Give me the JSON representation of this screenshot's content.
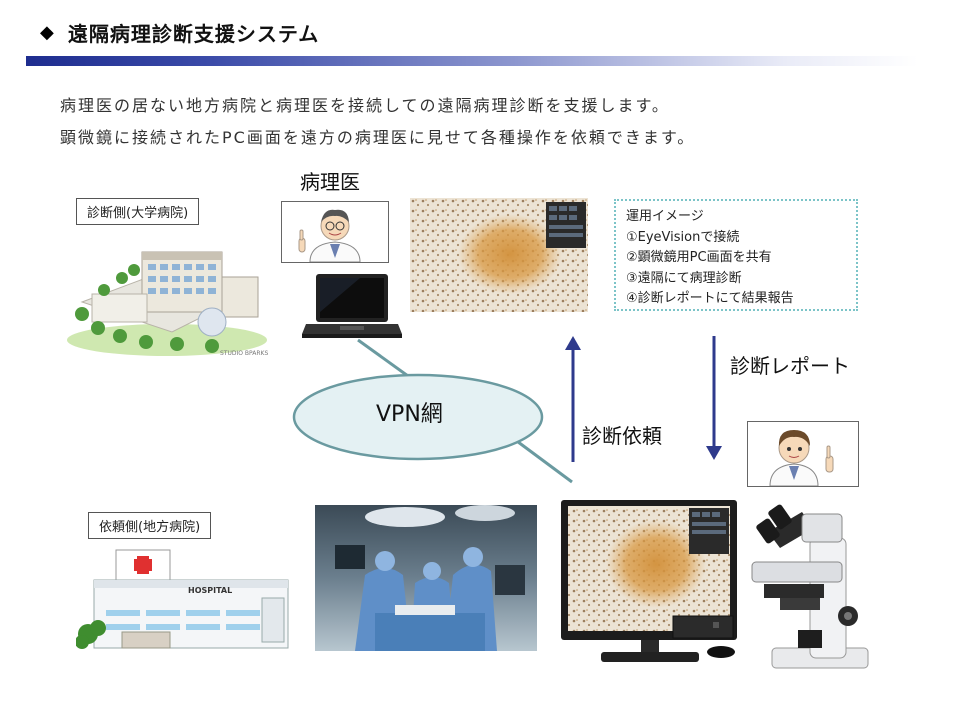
{
  "header": {
    "title": "遠隔病理診断支援システム",
    "bullet_icon": "diamond-icon"
  },
  "intro": {
    "line1": "病理医の居ない地方病院と病理医を接続しての遠隔病理診断を支援します。",
    "line2": "顕微鏡に接続されたPC画面を遠方の病理医に見せて各種操作を依頼できます。"
  },
  "labels": {
    "university_side": "診断側(大学病院)",
    "pathologist": "病理医",
    "local_side": "依頼側(地方病院)",
    "network": "VPN網",
    "diagnosis_request": "診断依頼",
    "diagnosis_report": "診断レポート",
    "hospital_sign": "HOSPITAL",
    "building_caption": "STUDIO BPARKS"
  },
  "operation_notes": {
    "title": "運用イメージ",
    "items": [
      "①EyeVisionで接続",
      "②顕微鏡用PC画面を共有",
      "③遠隔にて病理診断",
      "④診断レポートにて結果報告"
    ]
  },
  "colors": {
    "title_bar_dark": "#1e2d8f",
    "arrow": "#2e3a8c",
    "ellipse_fill": "#e4f1f3",
    "ellipse_stroke": "#6a9aa0",
    "dotted_border": "#7cc4c8",
    "tissue_stain": "#d2903a"
  },
  "icons": {
    "building": "university-hospital-icon",
    "doctor": "doctor-icon",
    "laptop": "laptop-icon",
    "hospital": "local-hospital-icon",
    "microscope": "microscope-icon",
    "monitor": "monitor-icon"
  }
}
